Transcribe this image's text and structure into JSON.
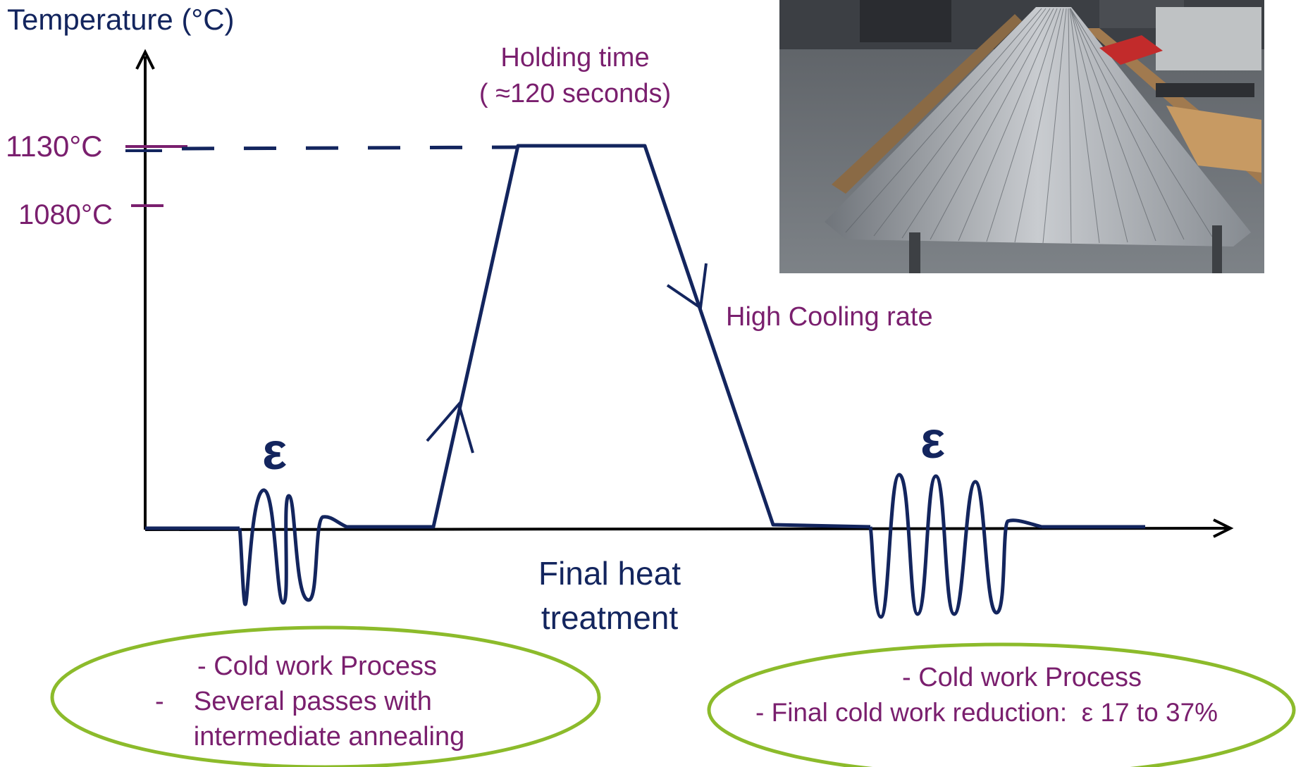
{
  "colors": {
    "curve": "#13255e",
    "label_navy": "#13255e",
    "label_purple": "#7a1f6e",
    "ellipse": "#8cbb2b",
    "background": "#ffffff"
  },
  "axis": {
    "y_title": "Temperature (°C)"
  },
  "ticks": {
    "t1": "1130°C",
    "t2": "1080°C"
  },
  "labels": {
    "holding_line1": "Holding time",
    "holding_line2": "( ≈120 seconds)",
    "cooling": "High Cooling rate",
    "epsilon_left": "ε",
    "epsilon_right": "ε",
    "final_line1": "Final heat",
    "final_line2": "treatment"
  },
  "notes": {
    "left": {
      "line1": "- Cold work Process",
      "line2": "-    Several passes with",
      "line3": "intermediate annealing"
    },
    "right": {
      "line1": "- Cold work Process",
      "line2": "- Final cold work reduction:  ε 17 to 37%"
    }
  },
  "photo": {
    "subject": "bundle of stainless steel tubes on workshop tables"
  }
}
